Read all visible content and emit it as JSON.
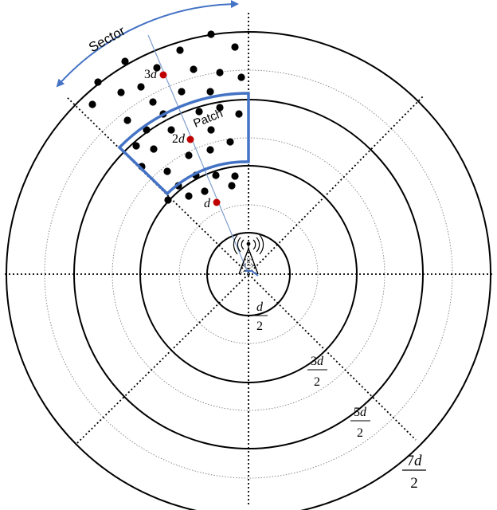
{
  "labels": {
    "sector": "Sector",
    "patch": "Patch",
    "ray_points": [
      {
        "coef": "3",
        "var": "d"
      },
      {
        "coef": "2",
        "var": "d"
      },
      {
        "coef": "",
        "var": "d"
      }
    ],
    "radii": [
      {
        "num_coef": "",
        "num_var": "d",
        "den": "2"
      },
      {
        "num_coef": "3",
        "num_var": "d",
        "den": "2"
      },
      {
        "num_coef": "5",
        "num_var": "d",
        "den": "2"
      },
      {
        "num_coef": "7",
        "num_var": "d",
        "den": "2"
      }
    ]
  },
  "colors": {
    "patch_outline": "#4472C4",
    "sector_arrow": "#4472C4",
    "ray_line": "#7F9FCF",
    "ray_point": "#C00000",
    "user_dot": "#000000",
    "ring": "#000000",
    "dotted_ring": "#808080"
  },
  "icons": {
    "base_station": "antenna-tower-icon"
  }
}
